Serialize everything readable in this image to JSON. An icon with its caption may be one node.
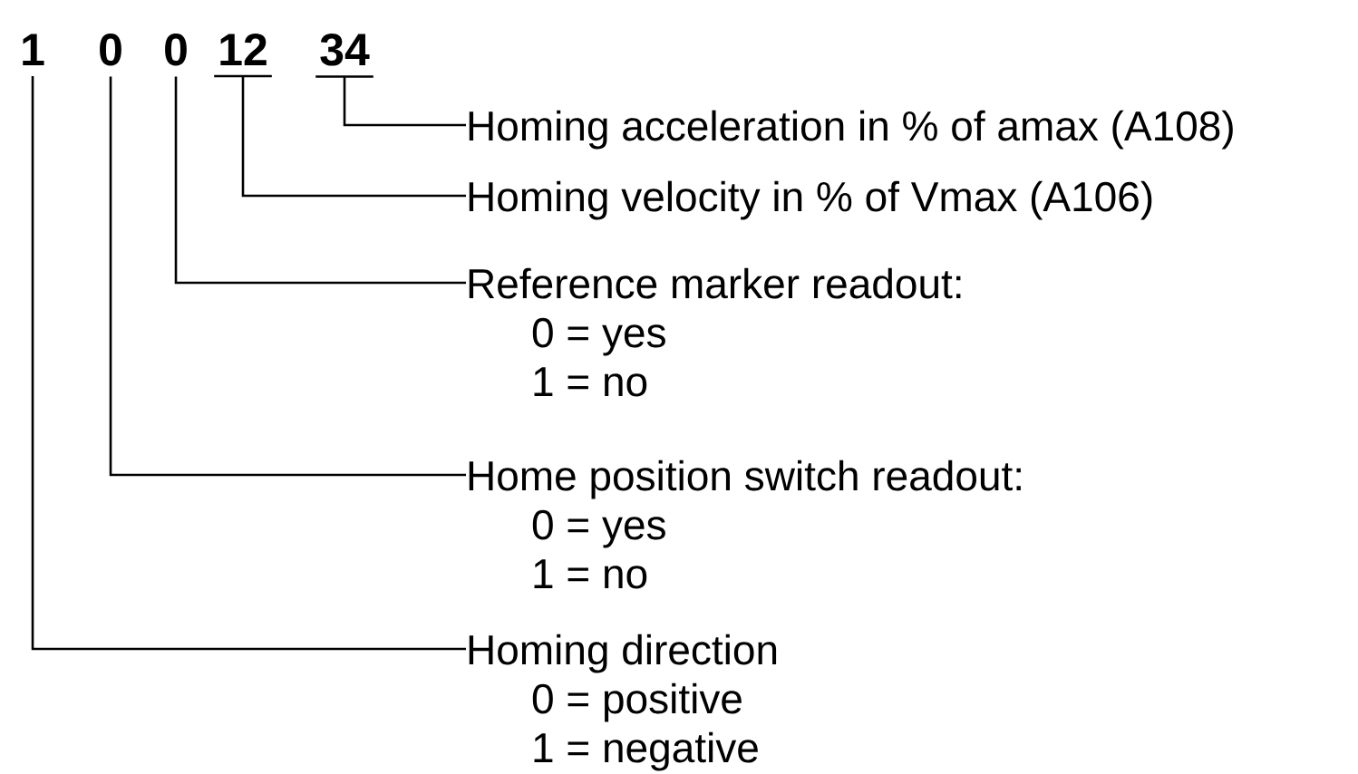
{
  "diagram": {
    "nodes": [
      {
        "text": [
          "1"
        ]
      },
      {
        "text": [
          "0"
        ]
      },
      {
        "text": [
          "0"
        ]
      },
      {
        "text": [
          "12"
        ]
      },
      {
        "text": [
          "34"
        ]
      },
      {
        "text": [
          "Homing acceleration in % of amax (A108)"
        ]
      },
      {
        "text": [
          "Homing velocity in % of Vmax (A106)"
        ]
      },
      {
        "text": [
          "Reference marker readout:",
          "0 = yes",
          "1 = no"
        ]
      },
      {
        "text": [
          "Home position switch readout:",
          "0 = yes",
          "1 = no"
        ]
      },
      {
        "text": [
          "Homing direction",
          "0 = positive",
          "1 = negative"
        ]
      }
    ],
    "edges": [
      {
        "from": 4,
        "to": 5,
        "arrow": "none"
      },
      {
        "from": 3,
        "to": 6,
        "arrow": "none"
      },
      {
        "from": 2,
        "to": 7,
        "arrow": "none"
      },
      {
        "from": 1,
        "to": 8,
        "arrow": "none"
      },
      {
        "from": 0,
        "to": 9,
        "arrow": "none"
      }
    ]
  }
}
